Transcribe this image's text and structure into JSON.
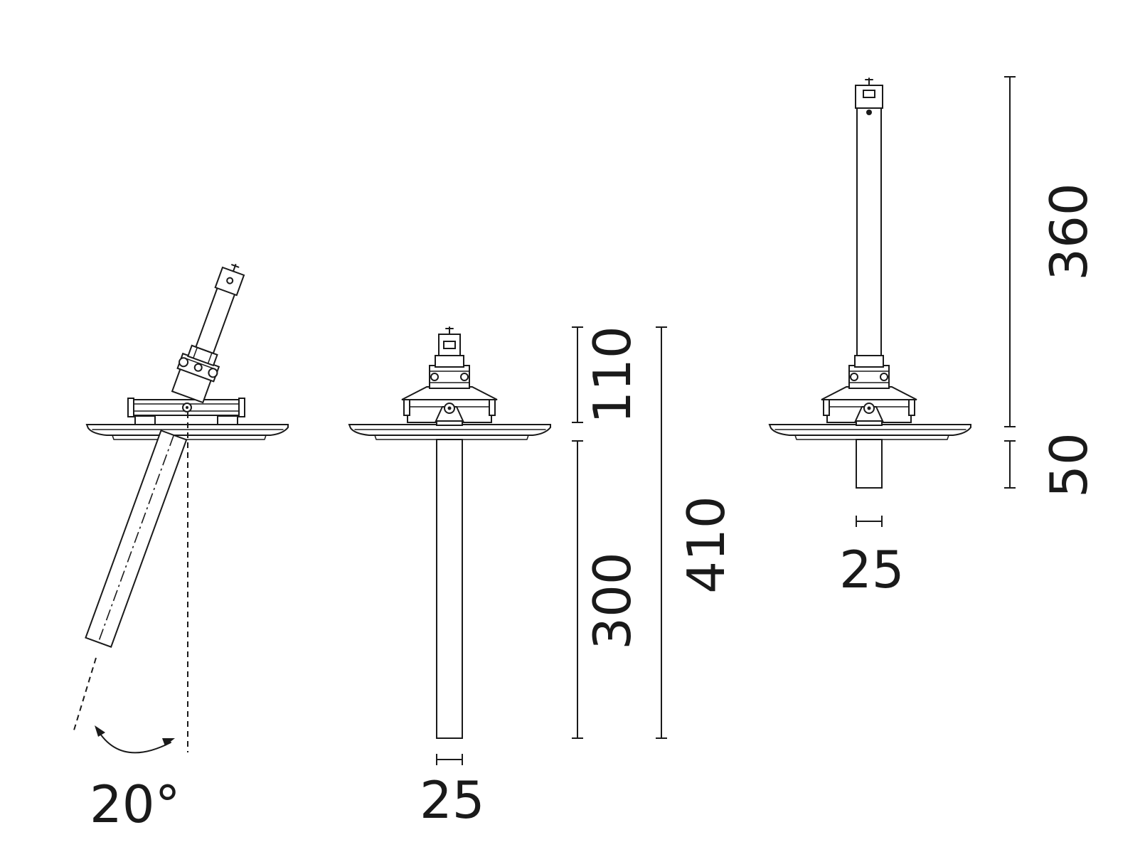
{
  "colors": {
    "ink": "#1a1a1a",
    "background": "#ffffff"
  },
  "views": [
    {
      "id": "tilted-view",
      "angle_label": "20°",
      "tilt_degrees": 20
    },
    {
      "id": "front-view-stake",
      "height_above_label": "110",
      "stake_length_label": "300",
      "total_height_label": "410",
      "diameter_label": "25"
    },
    {
      "id": "front-view-extended",
      "height_above_label": "360",
      "depth_below_label": "50",
      "diameter_label": "25"
    }
  ]
}
